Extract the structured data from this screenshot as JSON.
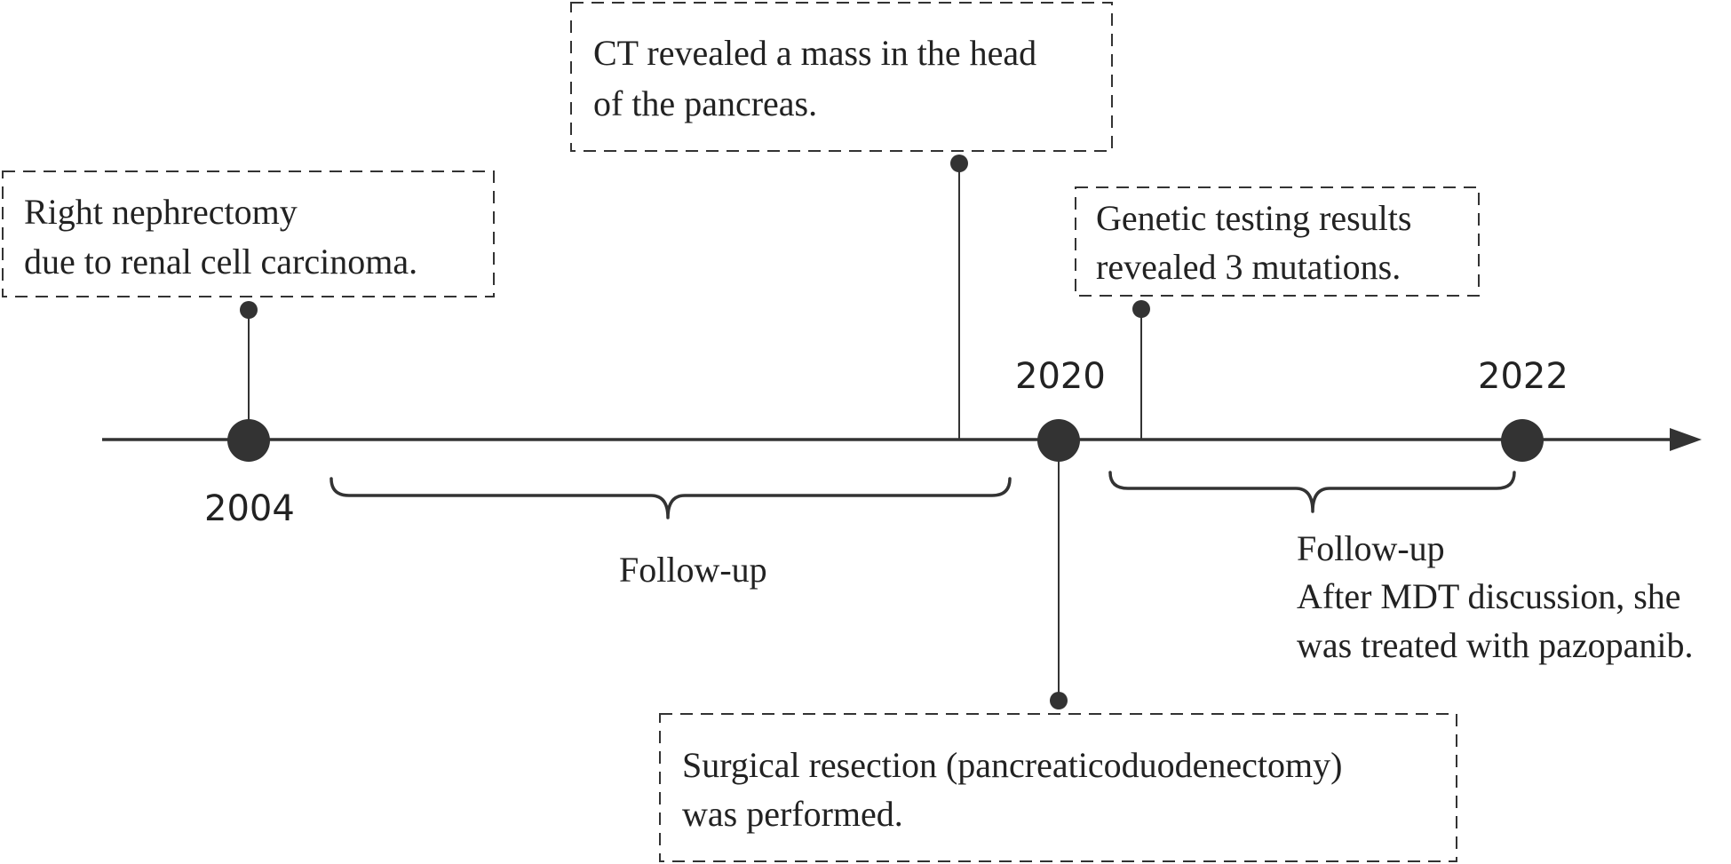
{
  "years": {
    "y2004": "2004",
    "y2020": "2020",
    "y2022": "2022"
  },
  "events": {
    "nephrectomy": {
      "line1": "Right nephrectomy",
      "line2": "due to renal cell carcinoma."
    },
    "ct_mass": {
      "line1": "CT revealed a mass in the head",
      "line2": "of the pancreas."
    },
    "genetic_testing": {
      "line1": "Genetic testing results",
      "line2": "revealed 3 mutations."
    },
    "surgery": {
      "line1": "Surgical resection (pancreaticoduodenectomy)",
      "line2": "was performed."
    }
  },
  "periods": {
    "followup_1": {
      "label": "Follow-up"
    },
    "followup_2": {
      "label": "Follow-up",
      "line2": "After MDT discussion, she",
      "line3": "was treated with pazopanib."
    }
  },
  "colors": {
    "line": "#333333",
    "text": "#222222",
    "background": "#ffffff"
  }
}
